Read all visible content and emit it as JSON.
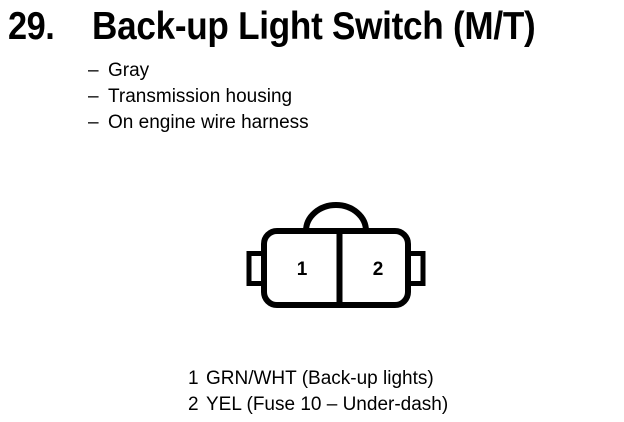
{
  "page": {
    "background_color": "#ffffff",
    "ink_color": "#000000"
  },
  "header": {
    "number": "29.",
    "title": "Back-up Light Switch (M/T)"
  },
  "specs": {
    "dash": "–",
    "items": [
      {
        "label": "Gray"
      },
      {
        "label": "Transmission housing"
      },
      {
        "label": "On engine wire harness"
      }
    ]
  },
  "connector": {
    "name": "two-cavity-connector-symbol",
    "cavity_count": 2,
    "cavities": [
      {
        "number": "1"
      },
      {
        "number": "2"
      }
    ],
    "features": [
      "lock-arch-top",
      "left-retention-tab",
      "right-retention-tab",
      "center-divider"
    ]
  },
  "legend": {
    "rows": [
      {
        "pin": "1",
        "description": "GRN/WHT (Back-up lights)"
      },
      {
        "pin": "2",
        "description": "YEL (Fuse 10 – Under-dash)"
      }
    ]
  }
}
